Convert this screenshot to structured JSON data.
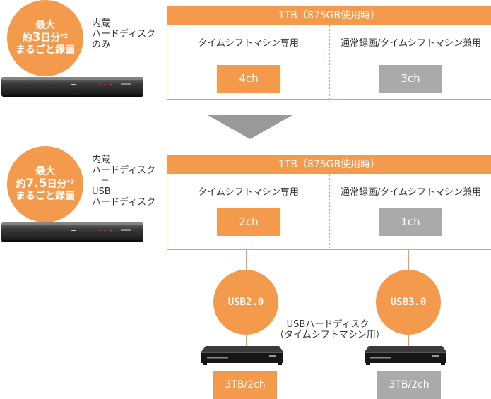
{
  "top": {
    "circle": {
      "line1": "最大",
      "line2_pre": "約",
      "line2_num": "3",
      "line2_post": "日分",
      "line2_note": "*2",
      "line3": "まるごと録画"
    },
    "desc": [
      "内蔵",
      "ハードディスク",
      "のみ"
    ],
    "panel": {
      "header": "1TB（875GB使用時）",
      "left_title": "タイムシフトマシン専用",
      "right_title": "通常録画/タイムシフトマシン兼用",
      "left_value": "4ch",
      "right_value": "3ch"
    }
  },
  "bottom": {
    "circle": {
      "line1": "最大",
      "line2_pre": "約",
      "line2_num": "7.5",
      "line2_post": "日分",
      "line2_note": "*2",
      "line3": "まるごと録画"
    },
    "desc": [
      "内蔵",
      "ハードディスク",
      "＋",
      "USB",
      "ハードディスク"
    ],
    "panel": {
      "header": "1TB（875GB使用時）",
      "left_title": "タイムシフトマシン専用",
      "right_title": "通常録画/タイムシフトマシン兼用",
      "left_value": "2ch",
      "right_value": "1ch"
    },
    "usb_left": {
      "label": "USB2.0",
      "capacity": "3TB/2ch"
    },
    "usb_right": {
      "label": "USB3.0",
      "capacity": "3TB/2ch"
    },
    "usb_caption": [
      "USBハードディスク",
      "（タイムシフトマシン用）"
    ]
  },
  "colors": {
    "accent": "#f39a4d",
    "muted": "#aaaaaa",
    "arrow": "#999999"
  }
}
